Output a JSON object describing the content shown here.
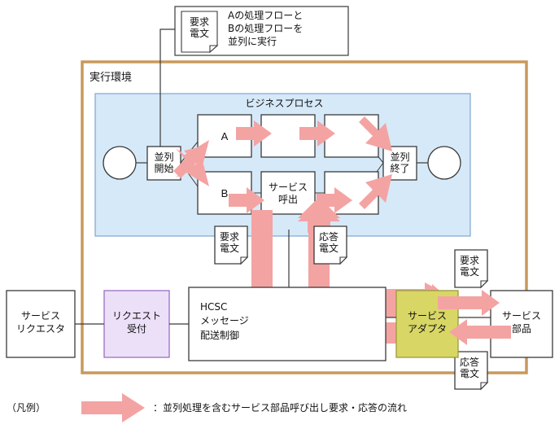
{
  "diagram": {
    "title_callout": {
      "note_icon_label": "要求\n電文",
      "text": "Aの処理フローと\nBの処理フローを\n並列に実行"
    },
    "environment": {
      "label": "実行環境",
      "border_color": "#c8995c"
    },
    "business_process": {
      "label": "ビジネスプロセス",
      "fill": "#d6e9f8",
      "border": "#7ea6cf",
      "start_circle": "",
      "end_circle": "",
      "parallel_start": "並列\n開始",
      "parallel_end": "並列\n終了",
      "row_a": {
        "name": "A",
        "steps": [
          "A",
          "",
          ""
        ]
      },
      "row_b": {
        "name": "B",
        "steps": [
          "B",
          "サービス\n呼出",
          ""
        ]
      }
    },
    "notes": [
      {
        "id": "note-request-bp",
        "text": "要求\n電文"
      },
      {
        "id": "note-response-bp",
        "text": "応答\n電文"
      },
      {
        "id": "note-request-sa",
        "text": "要求\n電文"
      },
      {
        "id": "note-response-sa",
        "text": "応答\n電文"
      }
    ],
    "bottom_row": {
      "service_requester": "サービス\nリクエスタ",
      "request_reception": "リクエスト\n受付",
      "request_reception_fill": "#ece0f8",
      "request_reception_border": "#9a6fc4",
      "hcsc": "HCSC\nメッセージ\n配送制御",
      "service_adapter": "サービス\nアダプタ",
      "service_adapter_fill": "#d8d765",
      "service_adapter_border": "#9a9a3c",
      "service_component": "サービス\n部品"
    },
    "legend": {
      "prefix": "（凡例）",
      "arrow_color": "#f4a3a3",
      "description": "：並列処理を含むサービス部品呼び出し要求・応答の流れ"
    }
  }
}
